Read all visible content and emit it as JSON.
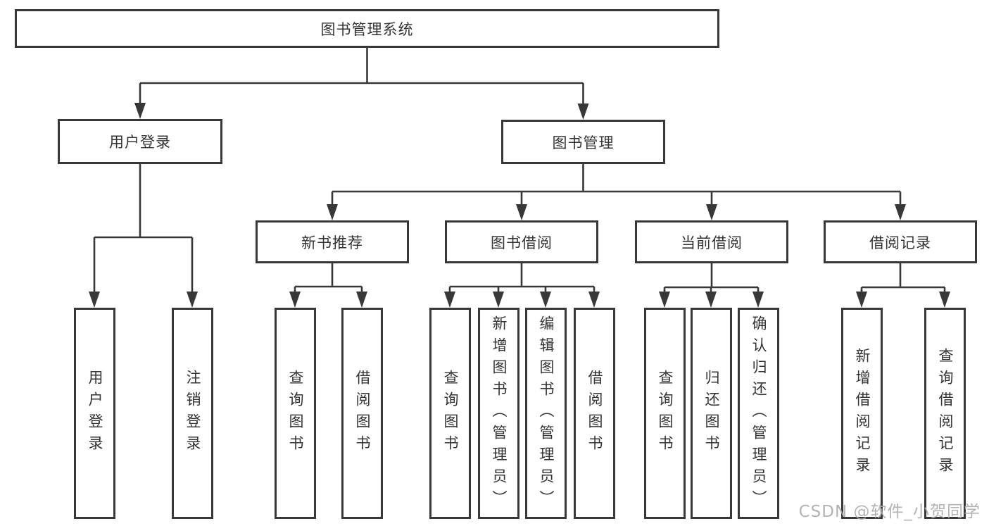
{
  "watermark": "CSDN @软件_小贺同学",
  "colors": {
    "line": "#383838",
    "box_border": "#383838",
    "text": "#333333",
    "watermark": "#ababab",
    "background": "#ffffff"
  },
  "tree": {
    "label": "图书管理系统",
    "children": [
      {
        "label": "用户登录",
        "children": [
          {
            "label": "用户登录"
          },
          {
            "label": "注销登录"
          }
        ]
      },
      {
        "label": "图书管理",
        "children": [
          {
            "label": "新书推荐",
            "children": [
              {
                "label": "查询图书"
              },
              {
                "label": "借阅图书"
              }
            ]
          },
          {
            "label": "图书借阅",
            "children": [
              {
                "label": "查询图书"
              },
              {
                "label": "新增图书（管理员）"
              },
              {
                "label": "编辑图书（管理员）"
              },
              {
                "label": "借阅图书"
              }
            ]
          },
          {
            "label": "当前借阅",
            "children": [
              {
                "label": "查询图书"
              },
              {
                "label": "归还图书"
              },
              {
                "label": "确认归还（管理员）"
              }
            ]
          },
          {
            "label": "借阅记录",
            "children": [
              {
                "label": "新增借阅记录"
              },
              {
                "label": "查询借阅记录"
              }
            ]
          }
        ]
      }
    ]
  }
}
